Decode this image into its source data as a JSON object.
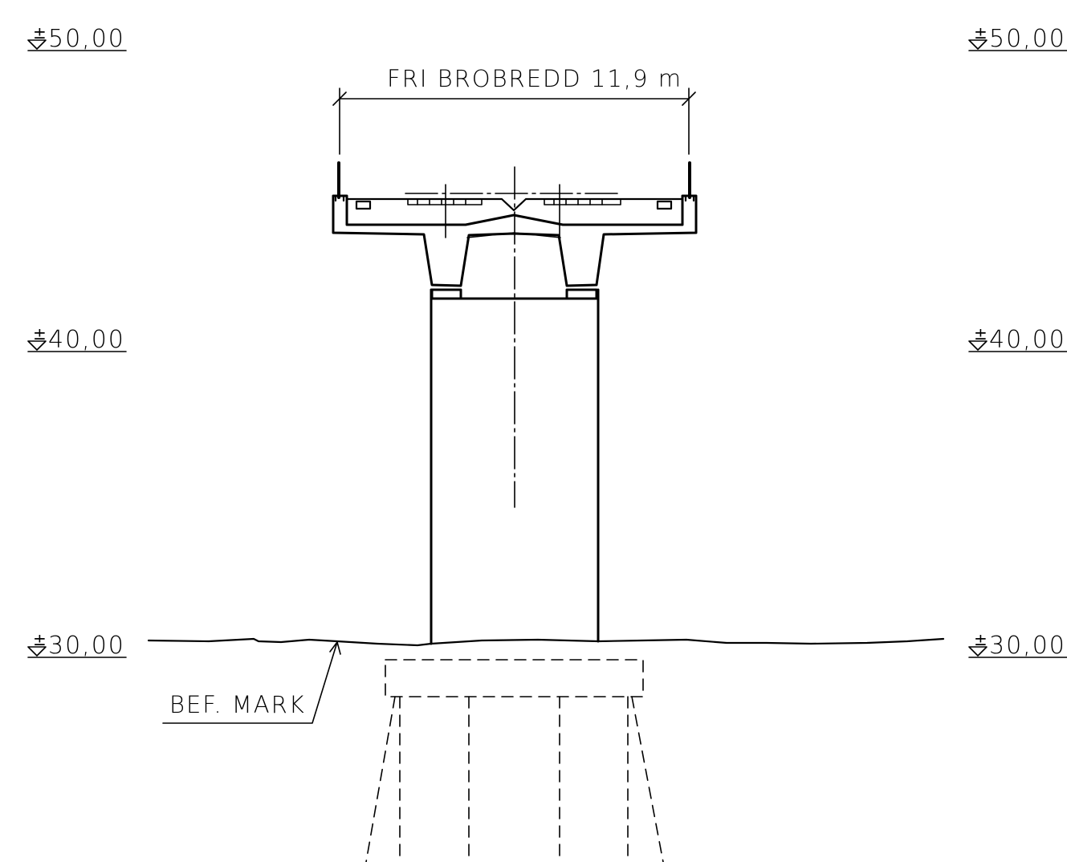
{
  "levels": {
    "top": "50,00",
    "middle": "40,00",
    "bottom": "30,00",
    "plus_minus": "±"
  },
  "dimension": {
    "label": "FRI BROBREDD 11,9 m"
  },
  "ground": {
    "label": "BEF. MARK"
  }
}
